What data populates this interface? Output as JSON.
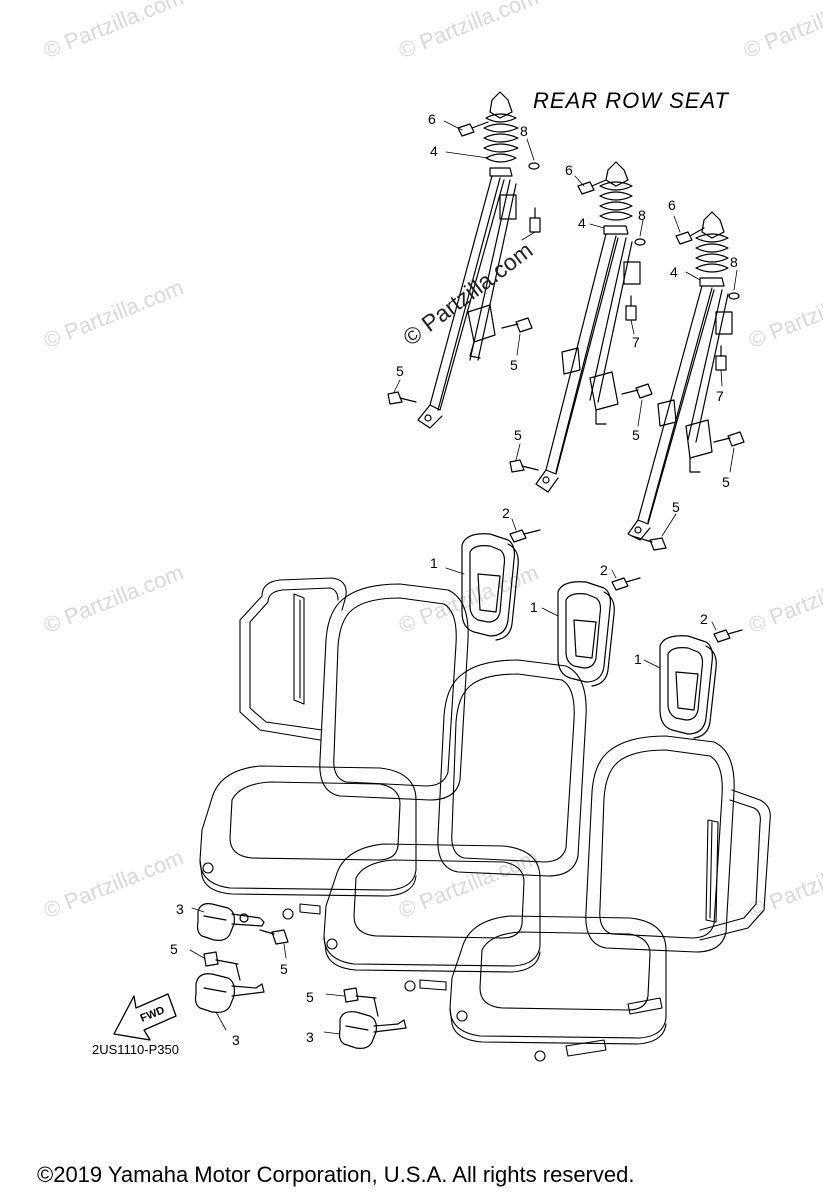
{
  "diagram": {
    "title": "REAR ROW SEAT",
    "code": "2US1110-P350",
    "fwd_label": "FWD",
    "copyright": "©2019 Yamaha Motor Corporation, U.S.A. All rights reserved.",
    "watermark": "© Partzilla.com",
    "callouts": {
      "c1": "1",
      "c2": "2",
      "c3": "3",
      "c4": "4",
      "c5": "5",
      "c6": "6",
      "c7": "7",
      "c8": "8"
    }
  }
}
